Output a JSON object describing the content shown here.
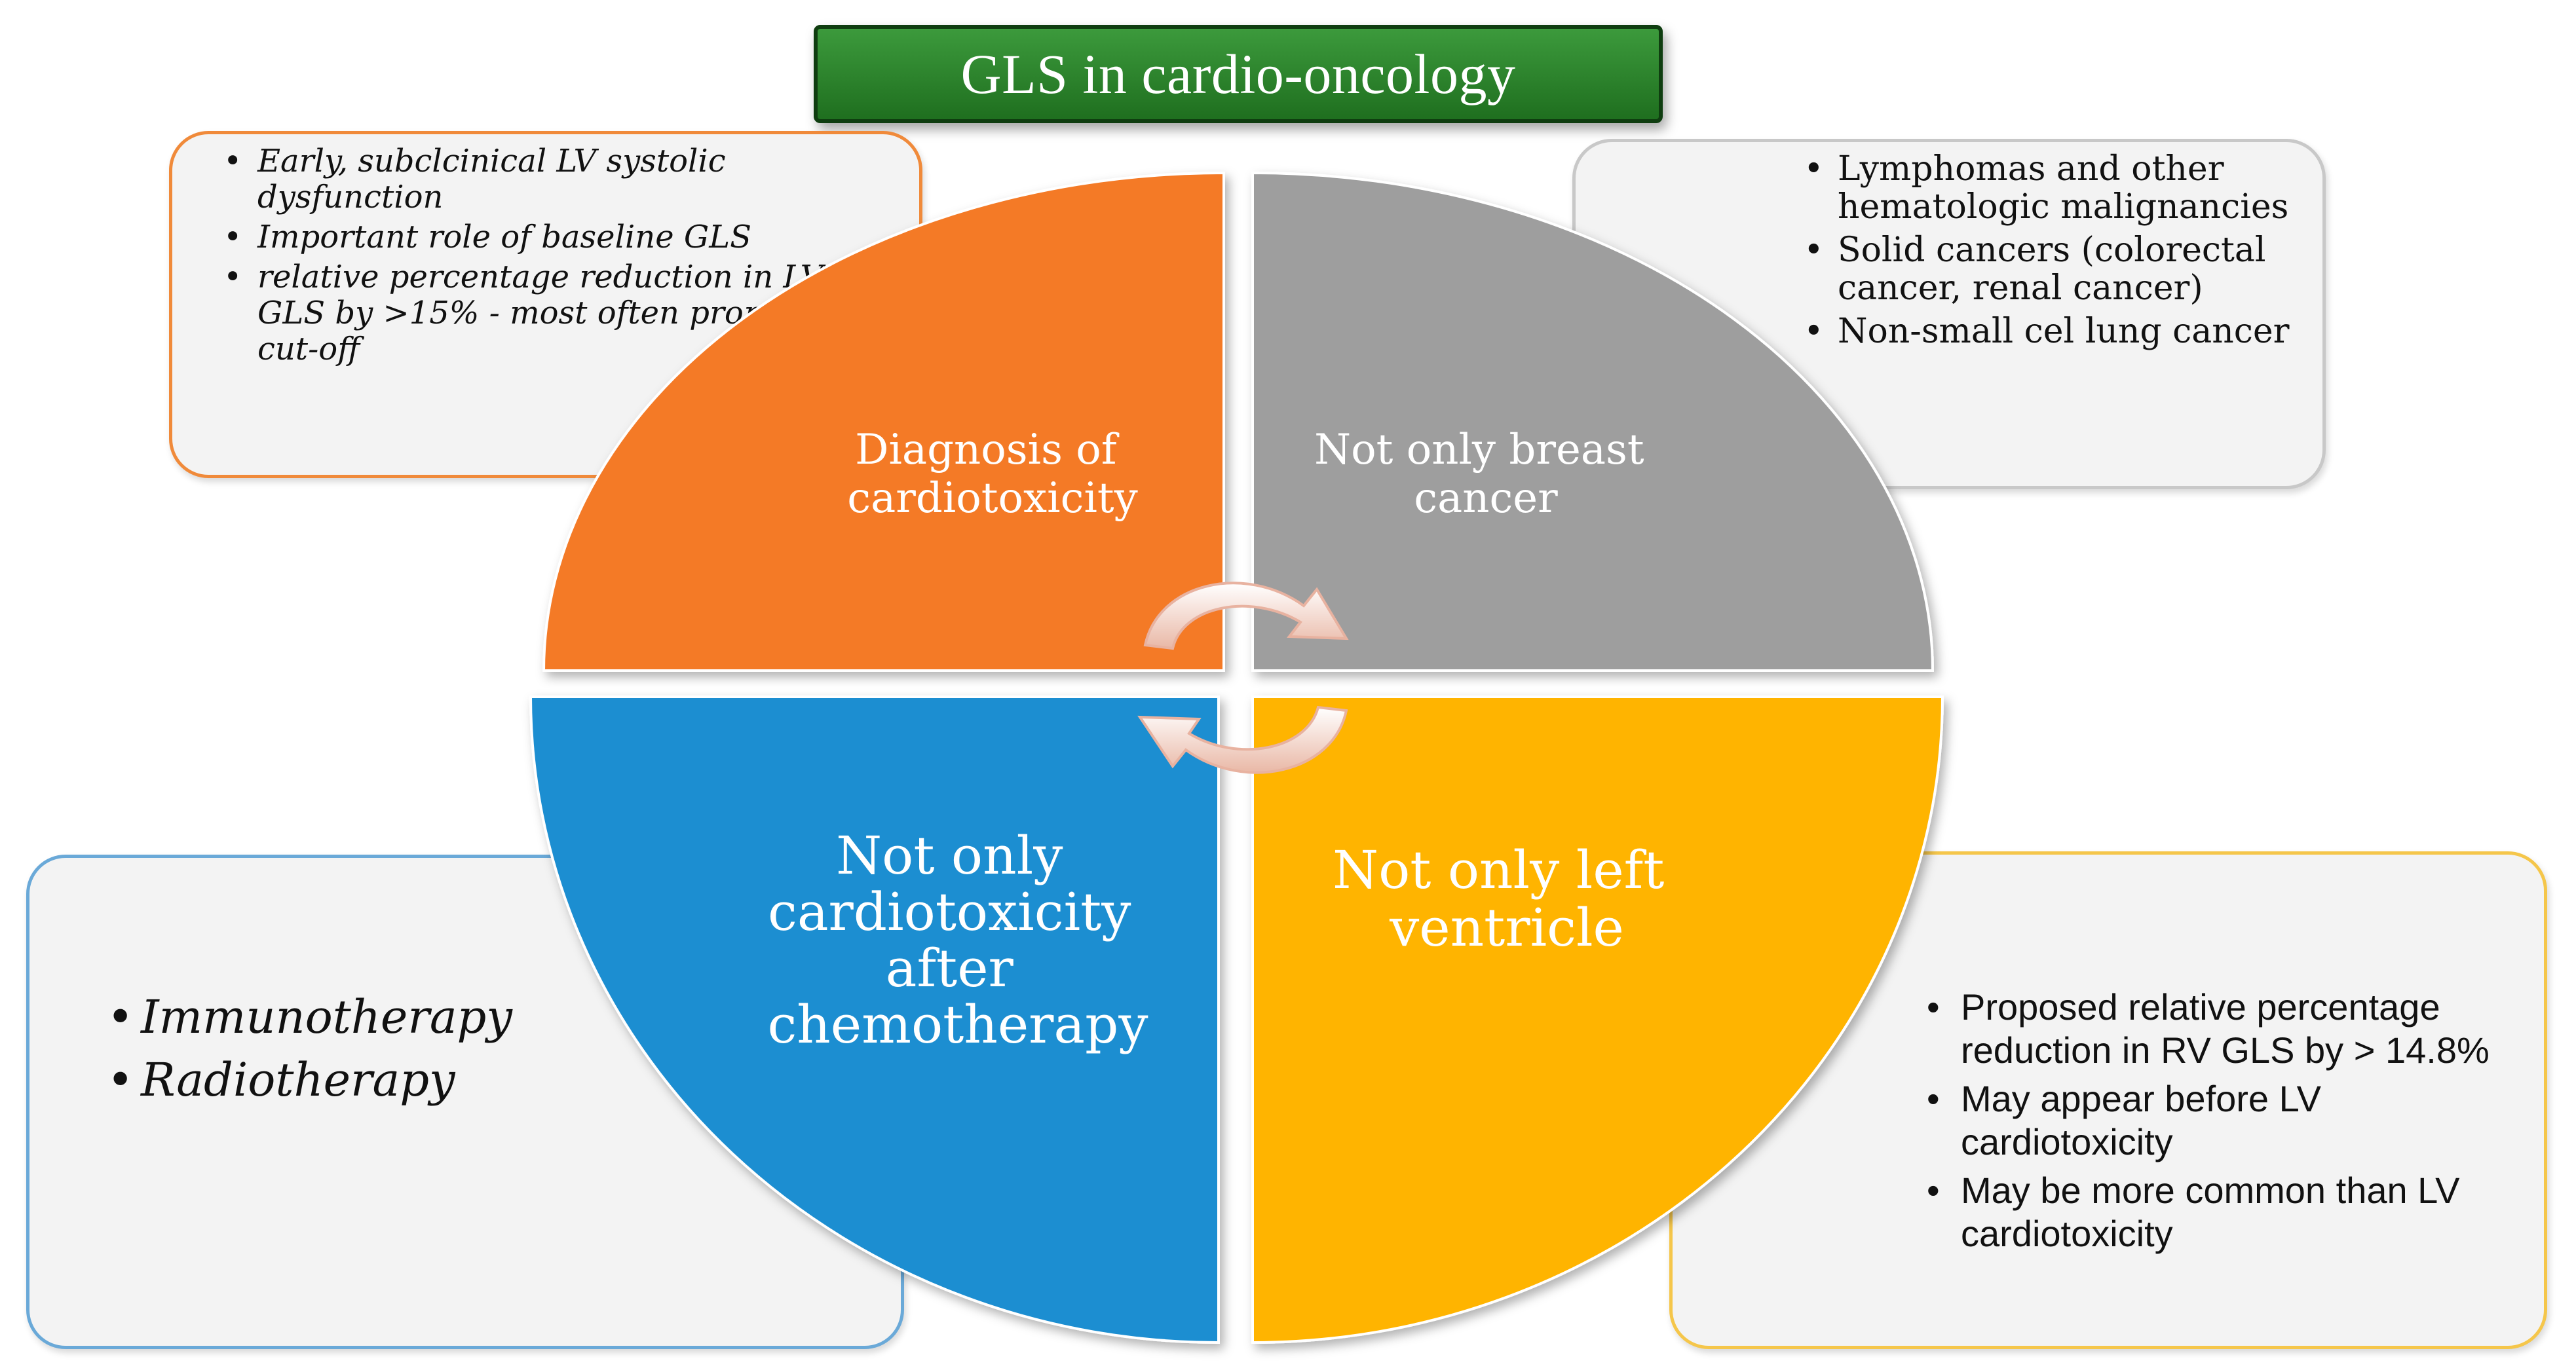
{
  "title": "GLS in cardio-oncology",
  "quadrants": {
    "top_left": {
      "label_lines": [
        "Diagnosis of",
        "cardiotoxicity"
      ],
      "color": "#f47a27"
    },
    "top_right": {
      "label_lines": [
        "Not only breast",
        "cancer"
      ],
      "color": "#9e9e9e"
    },
    "bottom_left": {
      "label_lines": [
        "Not only",
        "cardiotoxicity",
        "after",
        "chemotherapy"
      ],
      "color": "#1b8ed1"
    },
    "bottom_right": {
      "label_lines": [
        "Not only left",
        "ventricle"
      ],
      "color": "#ffb400"
    }
  },
  "boxes": {
    "top_left": {
      "items": [
        "Early, subclcinical LV systolic dysfunction",
        "Important role of baseline GLS",
        "relative percentage reduction in LV GLS by >15% - most often proposed cut-off"
      ]
    },
    "top_right": {
      "items": [
        "Lymphomas and other hematologic malignancies",
        "Solid cancers (colorectal cancer, renal cancer)",
        "Non-small cel lung cancer"
      ]
    },
    "bottom_left": {
      "items": [
        "Immunotherapy",
        "Radiotherapy"
      ]
    },
    "bottom_right": {
      "items": [
        "Proposed relative percentage reduction in RV GLS by > 14.8%",
        "May appear before LV cardiotoxicity",
        "May be more common than LV cardiotoxicity"
      ]
    }
  },
  "cycle_arrow_color": "#f2c9b8"
}
